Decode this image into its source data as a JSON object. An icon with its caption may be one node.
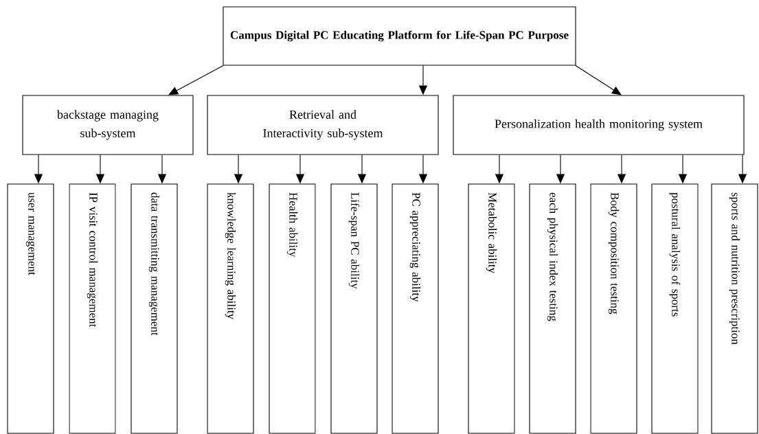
{
  "diagram": {
    "nodes": [
      {
        "text": [
          "Campus Digital PC Educating Platform for Life-Span PC Purpose"
        ]
      },
      {
        "text": [
          "backstage managing sub-system"
        ]
      },
      {
        "text": [
          "Retrieval and Interactivity sub-system"
        ]
      },
      {
        "text": [
          "Personalization health monitoring system"
        ]
      },
      {
        "text": [
          "user management"
        ]
      },
      {
        "text": [
          "IP visit control management"
        ]
      },
      {
        "text": [
          "data transmitting management"
        ]
      },
      {
        "text": [
          "knowledge learning ability"
        ]
      },
      {
        "text": [
          "Health ability"
        ]
      },
      {
        "text": [
          "Life-span PC ability"
        ]
      },
      {
        "text": [
          "PC appreciating ability"
        ]
      },
      {
        "text": [
          "Metabolic ability"
        ]
      },
      {
        "text": [
          "each physical index testing"
        ]
      },
      {
        "text": [
          "Body composition testing"
        ]
      },
      {
        "text": [
          "postural analysis of sports"
        ]
      },
      {
        "text": [
          "sports and nutrition prescription"
        ]
      }
    ],
    "edges": [
      {
        "from": 0,
        "to": 1,
        "arrow": "to"
      },
      {
        "from": 0,
        "to": 2,
        "arrow": "to"
      },
      {
        "from": 0,
        "to": 3,
        "arrow": "to"
      },
      {
        "from": 1,
        "to": 4,
        "arrow": "to"
      },
      {
        "from": 1,
        "to": 5,
        "arrow": "to"
      },
      {
        "from": 1,
        "to": 6,
        "arrow": "to"
      },
      {
        "from": 2,
        "to": 7,
        "arrow": "to"
      },
      {
        "from": 2,
        "to": 8,
        "arrow": "to"
      },
      {
        "from": 2,
        "to": 9,
        "arrow": "to"
      },
      {
        "from": 2,
        "to": 10,
        "arrow": "to"
      },
      {
        "from": 3,
        "to": 11,
        "arrow": "to"
      },
      {
        "from": 3,
        "to": 12,
        "arrow": "to"
      },
      {
        "from": 3,
        "to": 13,
        "arrow": "to"
      },
      {
        "from": 3,
        "to": 14,
        "arrow": "to"
      },
      {
        "from": 3,
        "to": 15,
        "arrow": "to"
      }
    ]
  }
}
